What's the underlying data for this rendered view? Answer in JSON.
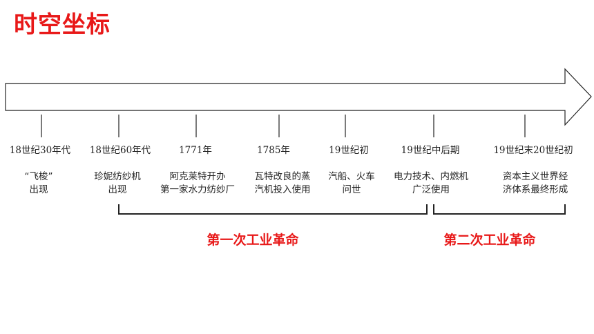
{
  "title": "时空坐标",
  "colors": {
    "accent": "#e81818",
    "line": "#222222"
  },
  "timeline": [
    {
      "date": "18世纪30年代",
      "event_line1": "“飞梭”",
      "event_line2": "出现"
    },
    {
      "date": "18世纪60年代",
      "event_line1": "珍妮纺纱机",
      "event_line2": "出现"
    },
    {
      "date": "1771年",
      "event_line1": "阿克莱特开办",
      "event_line2": "第一家水力纺纱厂"
    },
    {
      "date": "1785年",
      "event_line1": "瓦特改良的蒸",
      "event_line2": "汽机投入使用"
    },
    {
      "date": "19世纪初",
      "event_line1": "汽船、火车",
      "event_line2": "问世"
    },
    {
      "date": "19世纪中后期",
      "event_line1": "电力技术、内燃机",
      "event_line2": "广泛使用"
    },
    {
      "date": "19世纪末20世纪初",
      "event_line1": "资本主义世界经",
      "event_line2": "济体系最终形成"
    }
  ],
  "eras": [
    {
      "label": "第一次工业革命"
    },
    {
      "label": "第二次工业革命"
    }
  ]
}
